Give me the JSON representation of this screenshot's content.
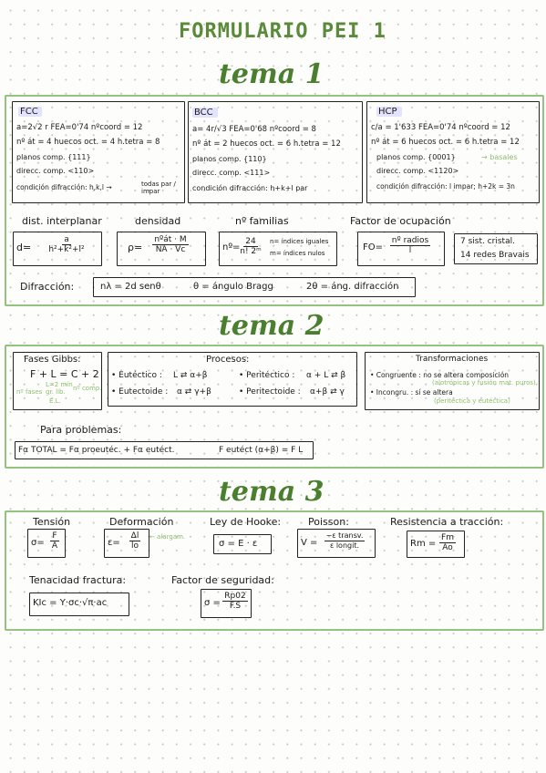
{
  "header": {
    "title": "FORMULARIO PEI 1"
  },
  "tema1": {
    "heading": "tema 1",
    "fcc": {
      "name": "FCC",
      "row1": "a=2√2 r    FEA=0'74    nºcoord = 12",
      "row2": "nº át = 4   huecos oct. = 4   h.tetra = 8",
      "row3": "planos comp. {111}",
      "row4": "direcc. comp. <110>",
      "row5": "condición difracción: h,k,l →",
      "row5b": "todas par / impar"
    },
    "bcc": {
      "name": "BCC",
      "row1": "a= 4r/√3   FEA=0'68   nºcoord = 8",
      "row2": "nº át = 2   huecos oct. = 6   h.tetra = 12",
      "row3": "planos comp. {110}",
      "row4": "direcc. comp. <111>",
      "row5": "condición difracción: h+k+l par"
    },
    "hcp": {
      "name": "HCP",
      "row1": "c/a = 1'633   FEA=0'74   nºcoord = 12",
      "row2": "nº át = 6   huecos oct. = 6   h.tetra = 12",
      "row3": "planos comp. {0001}",
      "row3b": "→ basales",
      "row4": "direcc. comp. <1120>",
      "row5": "condición difracción: l impar; h+2k = 3n"
    },
    "dist": {
      "label": "dist. interplanar",
      "lhs": "d=",
      "num": "a",
      "den": "h²+k²+l²"
    },
    "dens": {
      "label": "densidad",
      "lhs": "ρ=",
      "num": "nºát · M",
      "den": "NA · Vc"
    },
    "fam": {
      "label": "nº familias",
      "lhs": "nº=",
      "num": "24",
      "den": "n! 2ᵐ",
      "n_note": "n= índices iguales",
      "m_note": "m= índices nulos"
    },
    "fo": {
      "label": "Factor de ocupación",
      "lhs": "FO=",
      "num": "nº radios",
      "den": "l"
    },
    "sist": {
      "line1": "7 sist. cristal.",
      "line2": "14 redes Bravais"
    },
    "difraccion": {
      "label": "Difracción:",
      "eq": "nλ = 2d senθ",
      "theta": "θ = ángulo Bragg",
      "two_theta": "2θ = áng. difracción"
    }
  },
  "tema2": {
    "heading": "tema 2",
    "gibbs": {
      "title": "Fases Gibbs:",
      "eq": "F + L = C + 2",
      "note1": "F",
      "note2": "nº fases",
      "note3": "L=2 mín",
      "note4": "gr. lib.",
      "note5": "C",
      "note6": "nº comp.",
      "note7": "E.L."
    },
    "procesos": {
      "title": "Procesos:",
      "eutectico_label": "• Eutéctico :",
      "eutectico_eq": "L ⇄ α+β",
      "peritectico_label": "• Peritéctico :",
      "peritectico_eq": "α + L ⇄ β",
      "eutectoide_label": "• Eutectoide :",
      "eutectoide_eq": "α ⇄ γ+β",
      "peritectoide_label": "• Peritectoide :",
      "peritectoide_eq": "α+β ⇄ γ"
    },
    "transform": {
      "title": "Transformaciones",
      "congruente": "• Congruente :  no se altera composición",
      "congruente_note": "(alotrópicas y fusión mat. puros)",
      "incongr": "• Incongru. : sí se altera",
      "incongr_note": "(peritéctica y eutéctica)"
    },
    "problemas": {
      "label": "Para problemas:",
      "eq1": "Fα TOTAL = Fα proeutéc. + Fα eutéct.",
      "eq2": "F eutéct (α+β) = F L"
    }
  },
  "tema3": {
    "heading": "tema 3",
    "tension": {
      "label": "Tensión",
      "lhs": "σ=",
      "num": "F",
      "den": "A"
    },
    "deform": {
      "label": "Deformación",
      "lhs": "ε=",
      "num": "Δl",
      "den": "lo",
      "note": "← alargam."
    },
    "hooke": {
      "label": "Ley de Hooke:",
      "eq": "σ = E · ε"
    },
    "poisson": {
      "label": "Poisson:",
      "lhs": "V =",
      "num": "−ε transv.",
      "den": "ε longit."
    },
    "resist": {
      "label": "Resistencia a tracción:",
      "lhs": "Rm =",
      "num": "Fm",
      "den": "Ao"
    },
    "tenacidad": {
      "label": "Tenacidad fractura:",
      "eq": "KIc = Y·σc·√π·ac"
    },
    "factor": {
      "label": "Factor de seguridad:",
      "lhs": "σ =",
      "num": "Rp02",
      "den": "F.S"
    }
  }
}
